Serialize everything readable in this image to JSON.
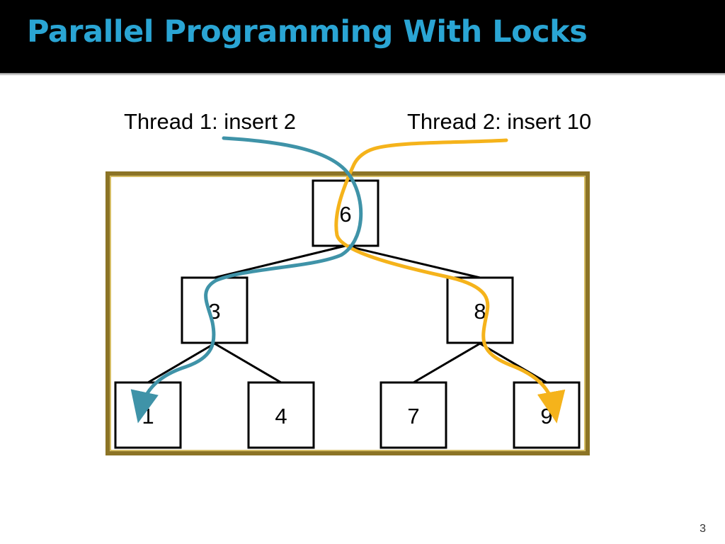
{
  "slide": {
    "title": "Parallel Programming With Locks",
    "page_number": "3"
  },
  "threads": [
    {
      "label": "Thread 1: insert 2",
      "color": "#3f93a8"
    },
    {
      "label": "Thread 2: insert 10",
      "color": "#f5b31b"
    }
  ],
  "tree": {
    "root": {
      "value": "6"
    },
    "level1": [
      {
        "value": "3"
      },
      {
        "value": "8"
      }
    ],
    "leaves": [
      {
        "value": "1"
      },
      {
        "value": "4"
      },
      {
        "value": "7"
      },
      {
        "value": "9"
      }
    ]
  },
  "colors": {
    "title": "#2aa5d4",
    "frame": "#8c7426",
    "frame_inner": "#c9a832"
  }
}
